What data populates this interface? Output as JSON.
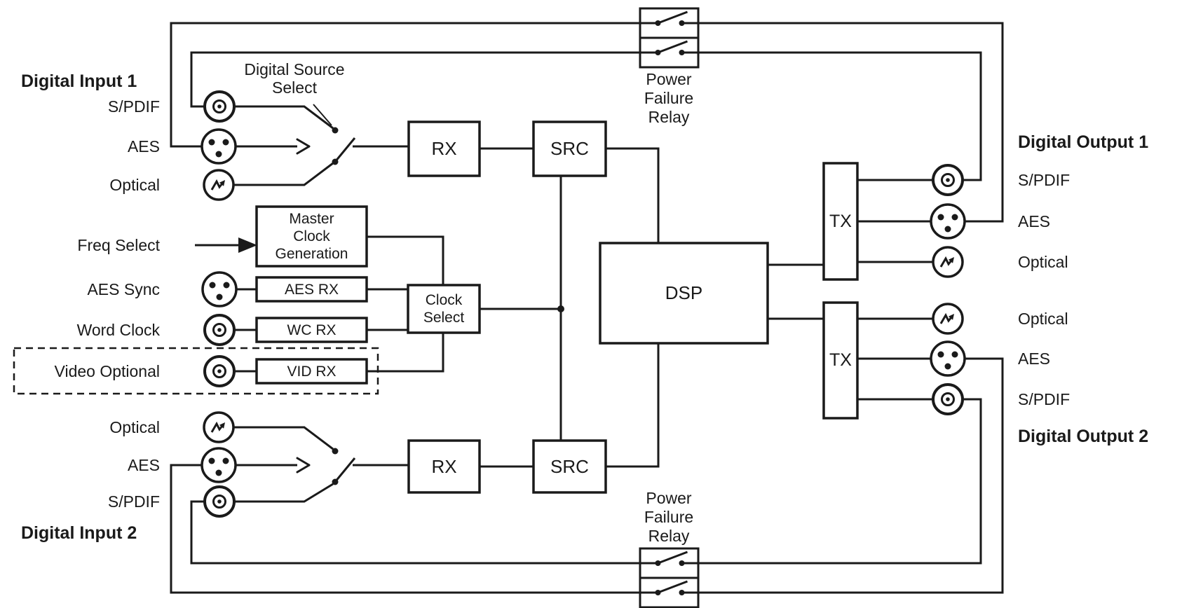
{
  "labels": {
    "digital_input_1": "Digital Input 1",
    "digital_input_2": "Digital Input 2",
    "digital_output_1": "Digital Output 1",
    "digital_output_2": "Digital Output 2",
    "spdif": "S/PDIF",
    "aes": "AES",
    "optical": "Optical",
    "digital_source_select": "Digital Source\nSelect",
    "power_failure_relay": "Power\nFailure\nRelay",
    "freq_select": "Freq Select",
    "aes_sync": "AES Sync",
    "word_clock": "Word Clock",
    "video_optional": "Video Optional"
  },
  "blocks": {
    "rx": "RX",
    "src": "SRC",
    "master_clock_generation": "Master\nClock\nGeneration",
    "aes_rx": "AES RX",
    "wc_rx": "WC RX",
    "vid_rx": "VID RX",
    "clock_select": "Clock\nSelect",
    "dsp": "DSP",
    "tx": "TX"
  },
  "colors": {
    "line": "#1a1a1a",
    "background": "#ffffff"
  }
}
